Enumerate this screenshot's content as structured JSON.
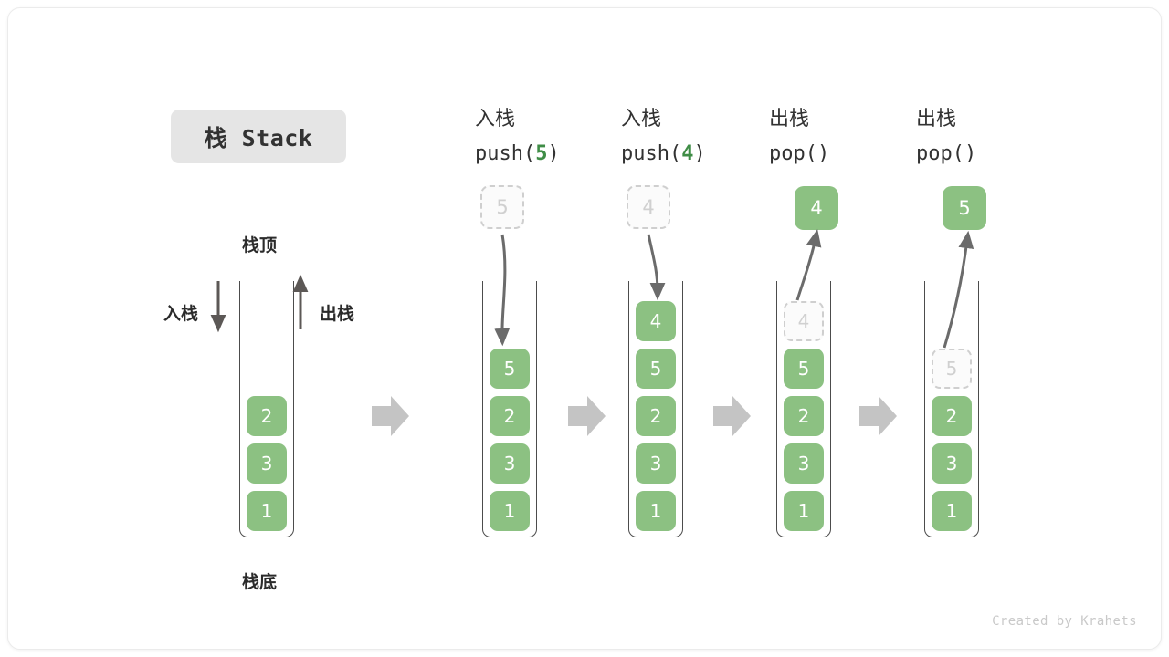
{
  "title": {
    "badge_label": "栈 Stack"
  },
  "legend": {
    "top_label": "栈顶",
    "bottom_label": "栈底",
    "push_label": "入栈",
    "pop_label": "出栈"
  },
  "columns": [
    {
      "id": "initial",
      "caption_line1": "",
      "caption_line2": "",
      "stack": [
        "2",
        "3",
        "1"
      ],
      "floating": null,
      "ghost_in_stack": null
    },
    {
      "id": "push-5",
      "caption_line1": "入栈",
      "caption_op": "push(",
      "caption_value": "5",
      "caption_close": ")",
      "stack": [
        "5",
        "2",
        "3",
        "1"
      ],
      "floating": {
        "value": "5",
        "style": "ghost"
      },
      "ghost_in_stack": null
    },
    {
      "id": "push-4",
      "caption_line1": "入栈",
      "caption_op": "push(",
      "caption_value": "4",
      "caption_close": ")",
      "stack": [
        "4",
        "5",
        "2",
        "3",
        "1"
      ],
      "floating": {
        "value": "4",
        "style": "ghost"
      },
      "ghost_in_stack": null
    },
    {
      "id": "pop-4",
      "caption_line1": "出栈",
      "caption_op": "pop(",
      "caption_value": "",
      "caption_close": ")",
      "stack": [
        "5",
        "2",
        "3",
        "1"
      ],
      "floating": {
        "value": "4",
        "style": "solid"
      },
      "ghost_in_stack": "4"
    },
    {
      "id": "pop-5",
      "caption_line1": "出栈",
      "caption_op": "pop(",
      "caption_value": "",
      "caption_close": ")",
      "stack": [
        "2",
        "3",
        "1"
      ],
      "floating": {
        "value": "5",
        "style": "solid"
      },
      "ghost_in_stack": "5"
    }
  ],
  "credit": "Created by Krahets",
  "colors": {
    "cell_green": "#8cc182",
    "accent_green": "#3f8d46",
    "badge_gray": "#e5e5e5",
    "arrow_gray": "#c4c4c4",
    "line_dark": "#4c4c4c",
    "ghost_border": "#cfcfcf"
  }
}
